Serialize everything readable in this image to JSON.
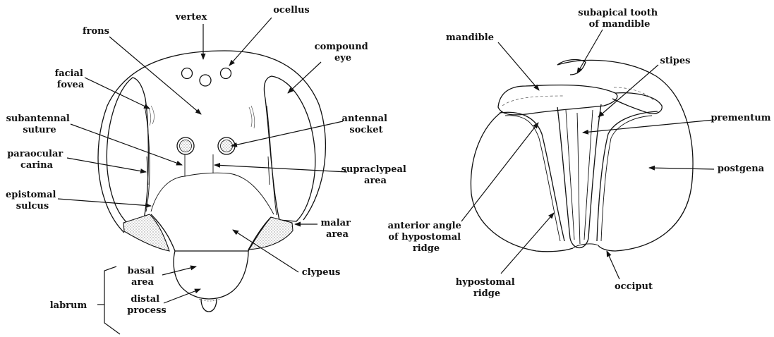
{
  "front_view": {
    "labels": {
      "vertex": [
        "vertex"
      ],
      "ocellus": [
        "ocellus"
      ],
      "frons": [
        "frons"
      ],
      "compound_eye": [
        "compound",
        "eye"
      ],
      "facial_fovea": [
        "facial",
        "fovea"
      ],
      "subantennal_suture": [
        "subantennal",
        "suture"
      ],
      "antennal_socket": [
        "antennal",
        "socket"
      ],
      "paraocular_carina": [
        "paraocular",
        "carina"
      ],
      "supraclypeal_area": [
        "supraclypeal",
        "area"
      ],
      "epistomal_sulcus": [
        "epistomal",
        "sulcus"
      ],
      "malar_area": [
        "malar",
        "area"
      ],
      "basal_area": [
        "basal",
        "area"
      ],
      "clypeus": [
        "clypeus"
      ],
      "labrum": [
        "labrum"
      ],
      "distal_process": [
        "distal",
        "process"
      ]
    }
  },
  "ventral_view": {
    "labels": {
      "mandible": [
        "mandible"
      ],
      "subapical_tooth": [
        "subapical tooth",
        "of mandible"
      ],
      "stipes": [
        "stipes"
      ],
      "prementum": [
        "prementum"
      ],
      "postgena": [
        "postgena"
      ],
      "anterior_angle": [
        "anterior angle",
        "of hypostomal",
        "ridge"
      ],
      "hypostomal_ridge": [
        "hypostomal",
        "ridge"
      ],
      "occiput": [
        "occiput"
      ]
    }
  }
}
